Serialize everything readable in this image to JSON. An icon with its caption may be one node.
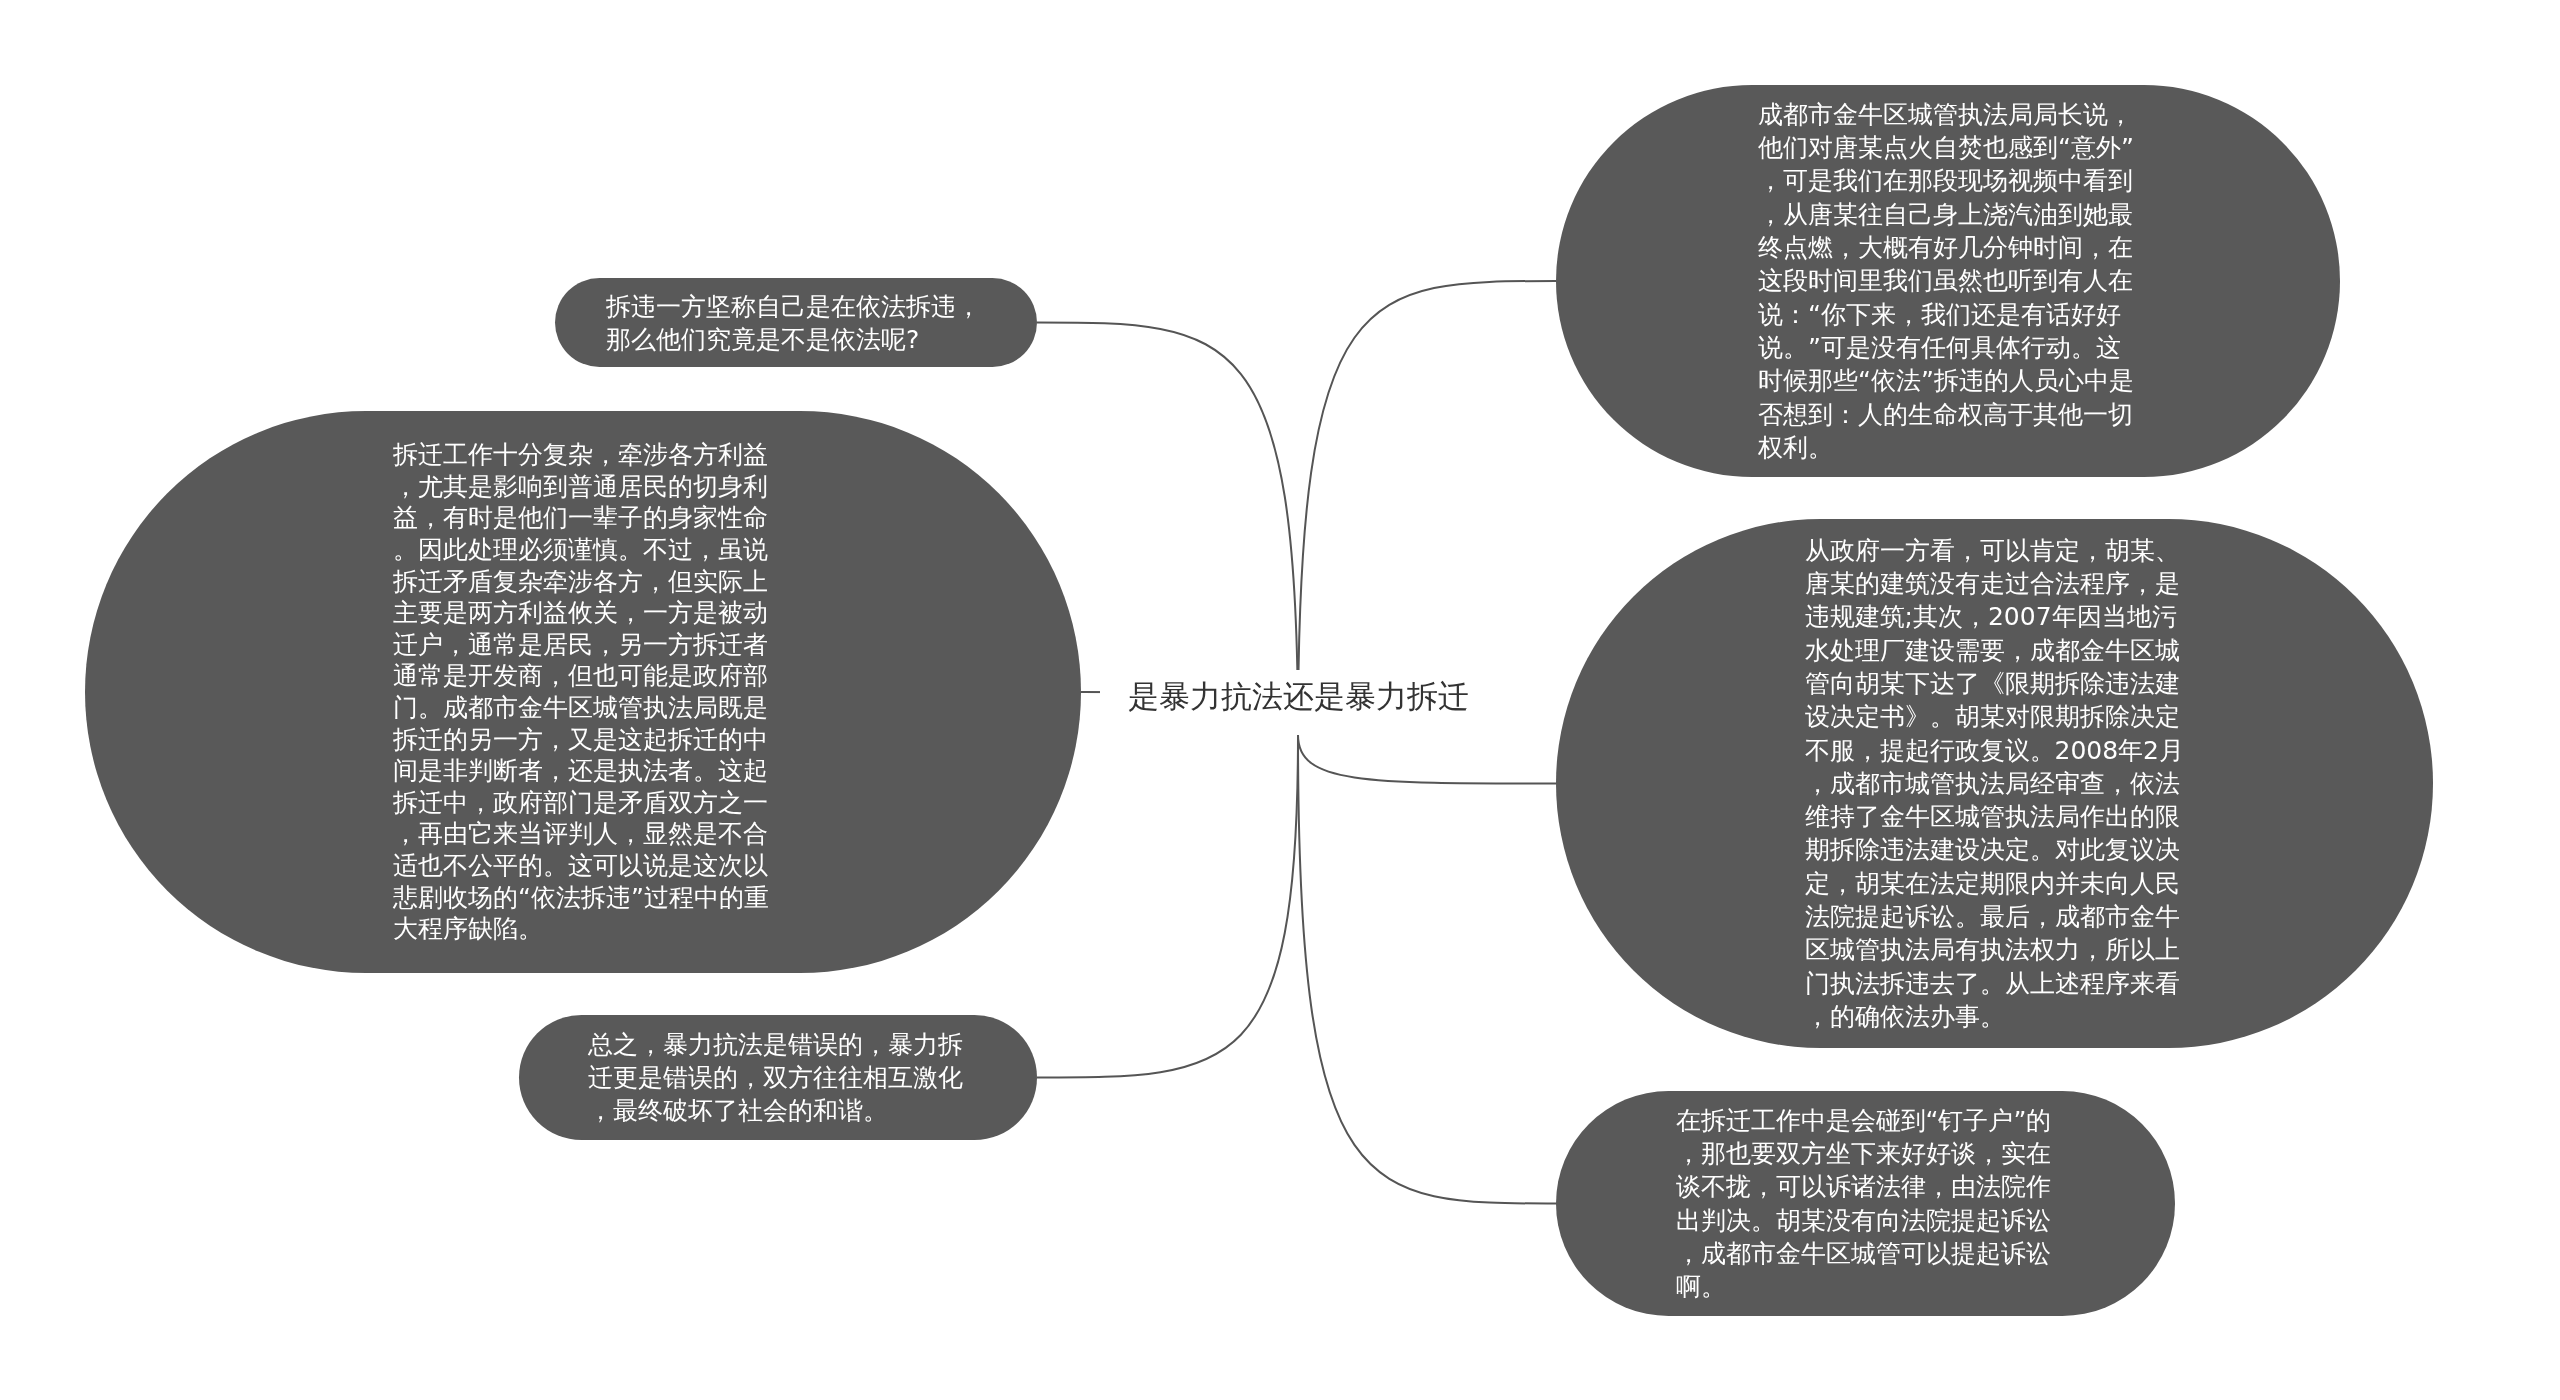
{
  "diagram": {
    "nodes": [
      {
        "text": [
          "是暴力抗法还是暴力拆迁"
        ]
      },
      {
        "text": [
          "拆违一方坚称自己是在依法拆违，那么他们究竟是不是依法呢?"
        ]
      },
      {
        "text": [
          "拆迁工作十分复杂，牵涉各方利益，尤其是影响到普通居民的切身利益，有时是他们一辈子的身家性命。因此处理必须谨慎。不过，虽说拆迁矛盾复杂牵涉各方，但实际上主要是两方利益攸关，一方是被动迁户，通常是居民，另一方拆迁者通常是开发商，但也可能是政府部门。成都市金牛区城管执法局既是拆迁的另一方，又是这起拆迁的中间是非判断者，还是执法者。这起拆迁中，政府部门是矛盾双方之一，再由它来当评判人，显然是不合适也不公平的。这可以说是这次以悲剧收场的“依法拆违”过程中的重大程序缺陷。"
        ]
      },
      {
        "text": [
          "总之，暴力抗法是错误的，暴力拆迁更是错误的，双方往往相互激化，最终破坏了社会的和谐。"
        ]
      },
      {
        "text": [
          "成都市金牛区城管执法局局长说，他们对唐某点火自焚也感到“意外”，可是我们在那段现场视频中看到，从唐某往自己身上浇汽油到她最终点燃，大概有好几分钟时间，在这段时间里我们虽然也听到有人在说：“你下来，我们还是有话好好说。”可是没有任何具体行动。这时候那些“依法”拆违的人员心中是否想到：人的生命权高于其他一切权利。"
        ]
      },
      {
        "text": [
          "从政府一方看，可以肯定，胡某、唐某的建筑没有走过合法程序，是违规建筑;其次，2007年因当地污水处理厂建设需要，成都金牛区城管向胡某下达了《限期拆除违法建设决定书》。胡某对限期拆除决定不服，提起行政复议。2008年2月，成都市城管执法局经审查，依法维持了金牛区城管执法局作出的限期拆除违法建设决定。对此复议决定，胡某在法定期限内并未向人民法院提起诉讼。最后，成都市金牛区城管执法局有执法权力，所以上门执法拆违去了。从上述程序来看，的确依法办事。"
        ]
      },
      {
        "text": [
          "在拆迁工作中是会碰到“钉子户”的，那也要双方坐下来好好谈，实在谈不拢，可以诉诸法律，由法院作出判决。胡某没有向法院提起诉讼，成都市金牛区城管可以提起诉讼啊。"
        ]
      }
    ],
    "edges": [
      {
        "from": 0,
        "to": 1,
        "arrow": "none"
      },
      {
        "from": 0,
        "to": 2,
        "arrow": "none"
      },
      {
        "from": 0,
        "to": 3,
        "arrow": "none"
      },
      {
        "from": 0,
        "to": 4,
        "arrow": "none"
      },
      {
        "from": 0,
        "to": 5,
        "arrow": "none"
      },
      {
        "from": 0,
        "to": 6,
        "arrow": "none"
      }
    ]
  }
}
